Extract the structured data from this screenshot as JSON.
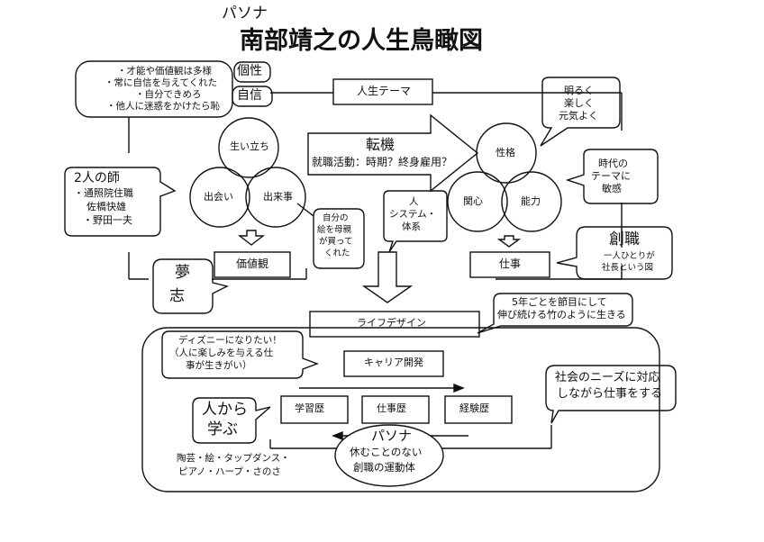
{
  "note_handwritten": "パソナ",
  "title": "南部靖之の人生鳥瞰図",
  "top_bubble": {
    "lines": [
      "・才能や価値観は多様",
      "・常に自信を与えてくれた",
      "・自分できめろ",
      "・他人に迷惑をかけたら恥"
    ],
    "tag1": "個性",
    "tag2": "自信"
  },
  "life_theme": "人生テーマ",
  "bright_bubble": [
    "明るく",
    "楽しく",
    "元気よく"
  ],
  "venn_left": {
    "top": "生い立ち",
    "left": "出会い",
    "right": "出来事"
  },
  "turning": {
    "title": "転機",
    "sub": "就職活動：時期？終身雇用？"
  },
  "venn_right": {
    "top": "性格",
    "left": "関心",
    "right": "能力"
  },
  "era_bubble": [
    "時代の",
    "テーマに",
    "敏感"
  ],
  "mentors": [
    "2人の師",
    "・通照院住職",
    "佐橋快雄",
    "・野田一夫"
  ],
  "mother_bubble": [
    "自分の",
    "絵を母親",
    "が買って",
    "くれた"
  ],
  "system_bubble": [
    "人",
    "システム・",
    "体系"
  ],
  "values_box": "価値観",
  "work_box": "仕事",
  "dream": {
    "line1": "夢",
    "line2": "志"
  },
  "souzoku": {
    "title": "創職",
    "sub1": "一人ひとりが",
    "sub2": "社長という図"
  },
  "life_design": "ライフデザイン",
  "bamboo_bubble": [
    "5年ごとを節目にして",
    "伸び続ける竹のように生きる"
  ],
  "disney_bubble": [
    "ディズニーになりたい！",
    "（人に楽しみを与える仕",
    "事が生きがい）"
  ],
  "career": "キャリア開発",
  "society_bubble": [
    "社会のニーズに対応",
    "しながら仕事をする"
  ],
  "learn_bubble": [
    "人から",
    "学ぶ"
  ],
  "history_boxes": [
    "学習歴",
    "仕事歴",
    "経験歴"
  ],
  "pasona_oval": [
    "パソナ",
    "休むことのない",
    "創職の運動体"
  ],
  "hobbies": [
    "陶芸・絵・タップダンス・",
    "ピアノ・ハープ・さのさ"
  ]
}
